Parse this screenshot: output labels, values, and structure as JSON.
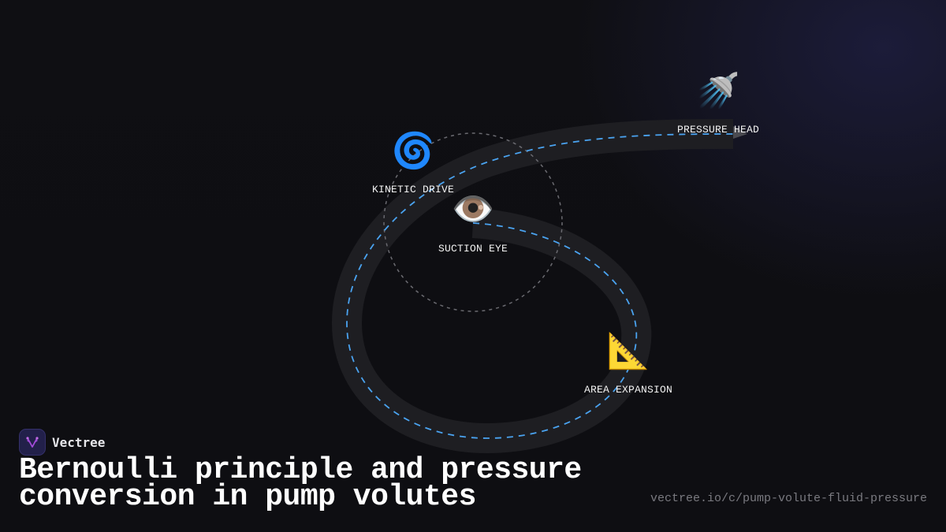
{
  "diagram": {
    "title": "Bernoulli principle and pressure conversion in pump volutes",
    "colors": {
      "background": "#0f0f13",
      "channel": "#1e1e22",
      "flow_line": "#4aa3f0",
      "impeller_circle": "#6a6a70",
      "label": "#f2f2f2"
    },
    "nodes": [
      {
        "id": "suction-eye",
        "label": "SUCTION EYE",
        "icon": "eye-icon",
        "glyph": "👁️"
      },
      {
        "id": "kinetic-drive",
        "label": "KINETIC DRIVE",
        "icon": "cyclone-icon",
        "glyph": "🌀"
      },
      {
        "id": "area-expansion",
        "label": "AREA EXPANSION",
        "icon": "triangular-ruler-icon",
        "glyph": "📐"
      },
      {
        "id": "pressure-head",
        "label": "PRESSURE HEAD",
        "icon": "shower-icon",
        "glyph": "🚿"
      }
    ],
    "flow": [
      "suction-eye",
      "area-expansion",
      "kinetic-drive",
      "pressure-head"
    ]
  },
  "branding": {
    "name": "Vectree",
    "logo_icon": "vectree-logo-icon"
  },
  "footer": {
    "url": "vectree.io/c/pump-volute-fluid-pressure"
  }
}
